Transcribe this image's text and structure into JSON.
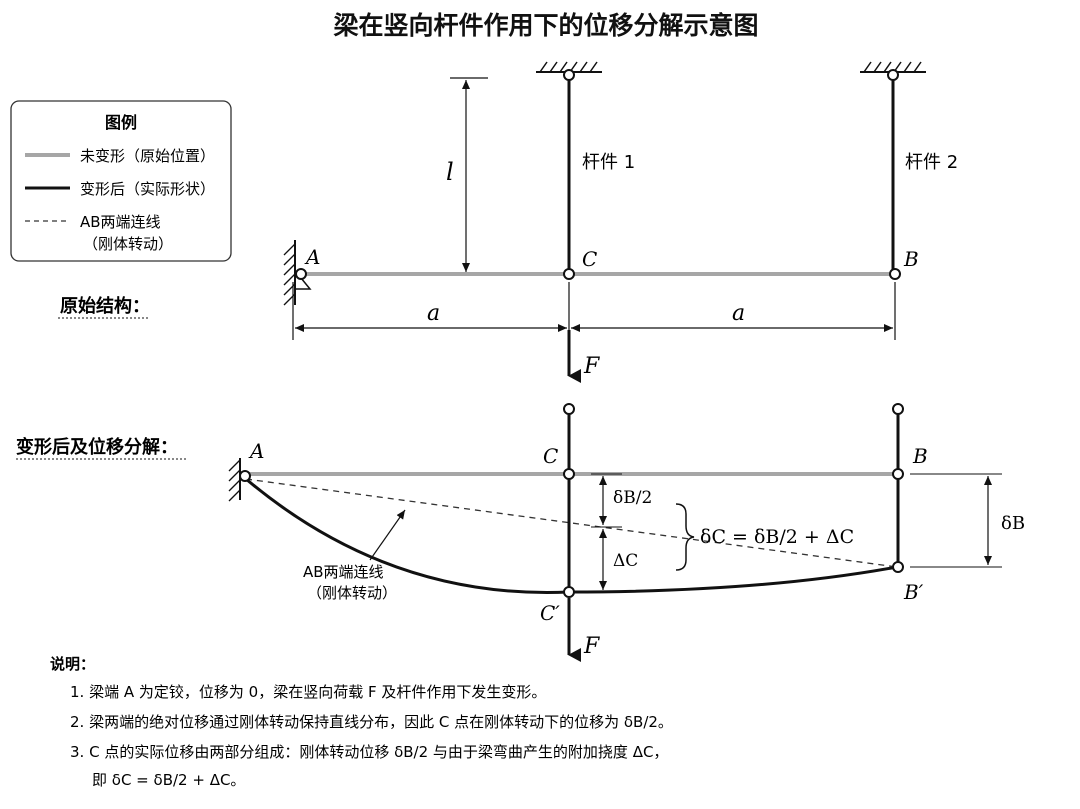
{
  "title": "梁在竖向杆件作用下的位移分解示意图",
  "legend": {
    "heading": "图例",
    "undeformed": "未变形（原始位置）",
    "deformed": "变形后（实际形状）",
    "chord_line1": "AB两端连线",
    "chord_line2": "（刚体转动）"
  },
  "sections": {
    "original": "原始结构：",
    "deformed": "变形后及位移分解："
  },
  "labels": {
    "A": "A",
    "B": "B",
    "C": "C",
    "B_prime": "B′",
    "C_prime": "C′",
    "rod1": "杆件 1",
    "rod2": "杆件 2",
    "l": "l",
    "a": "a",
    "F": "F",
    "chord_line1": "AB两端连线",
    "chord_line2": "（刚体转动）",
    "delta_B_half": "δB/2",
    "delta_C_cap": "ΔC",
    "delta_B": "δB",
    "formula": "δC = δB/2 + ΔC"
  },
  "notes": {
    "heading": "说明：",
    "n1": "1. 梁端 A 为定铰，位移为 0，梁在竖向荷载 F 及杆件作用下发生变形。",
    "n2": "2. 梁两端的绝对位移通过刚体转动保持直线分布，因此 C 点在刚体转动下的位移为 δB/2。",
    "n3": "3. C 点的实际位移由两部分组成：刚体转动位移 δB/2 与由于梁弯曲产生的附加挠度 ΔC，",
    "n4": "即 δC = δB/2 + ΔC。"
  },
  "colors": {
    "undeformed": "#a6a6a6",
    "deformed": "#111111"
  }
}
